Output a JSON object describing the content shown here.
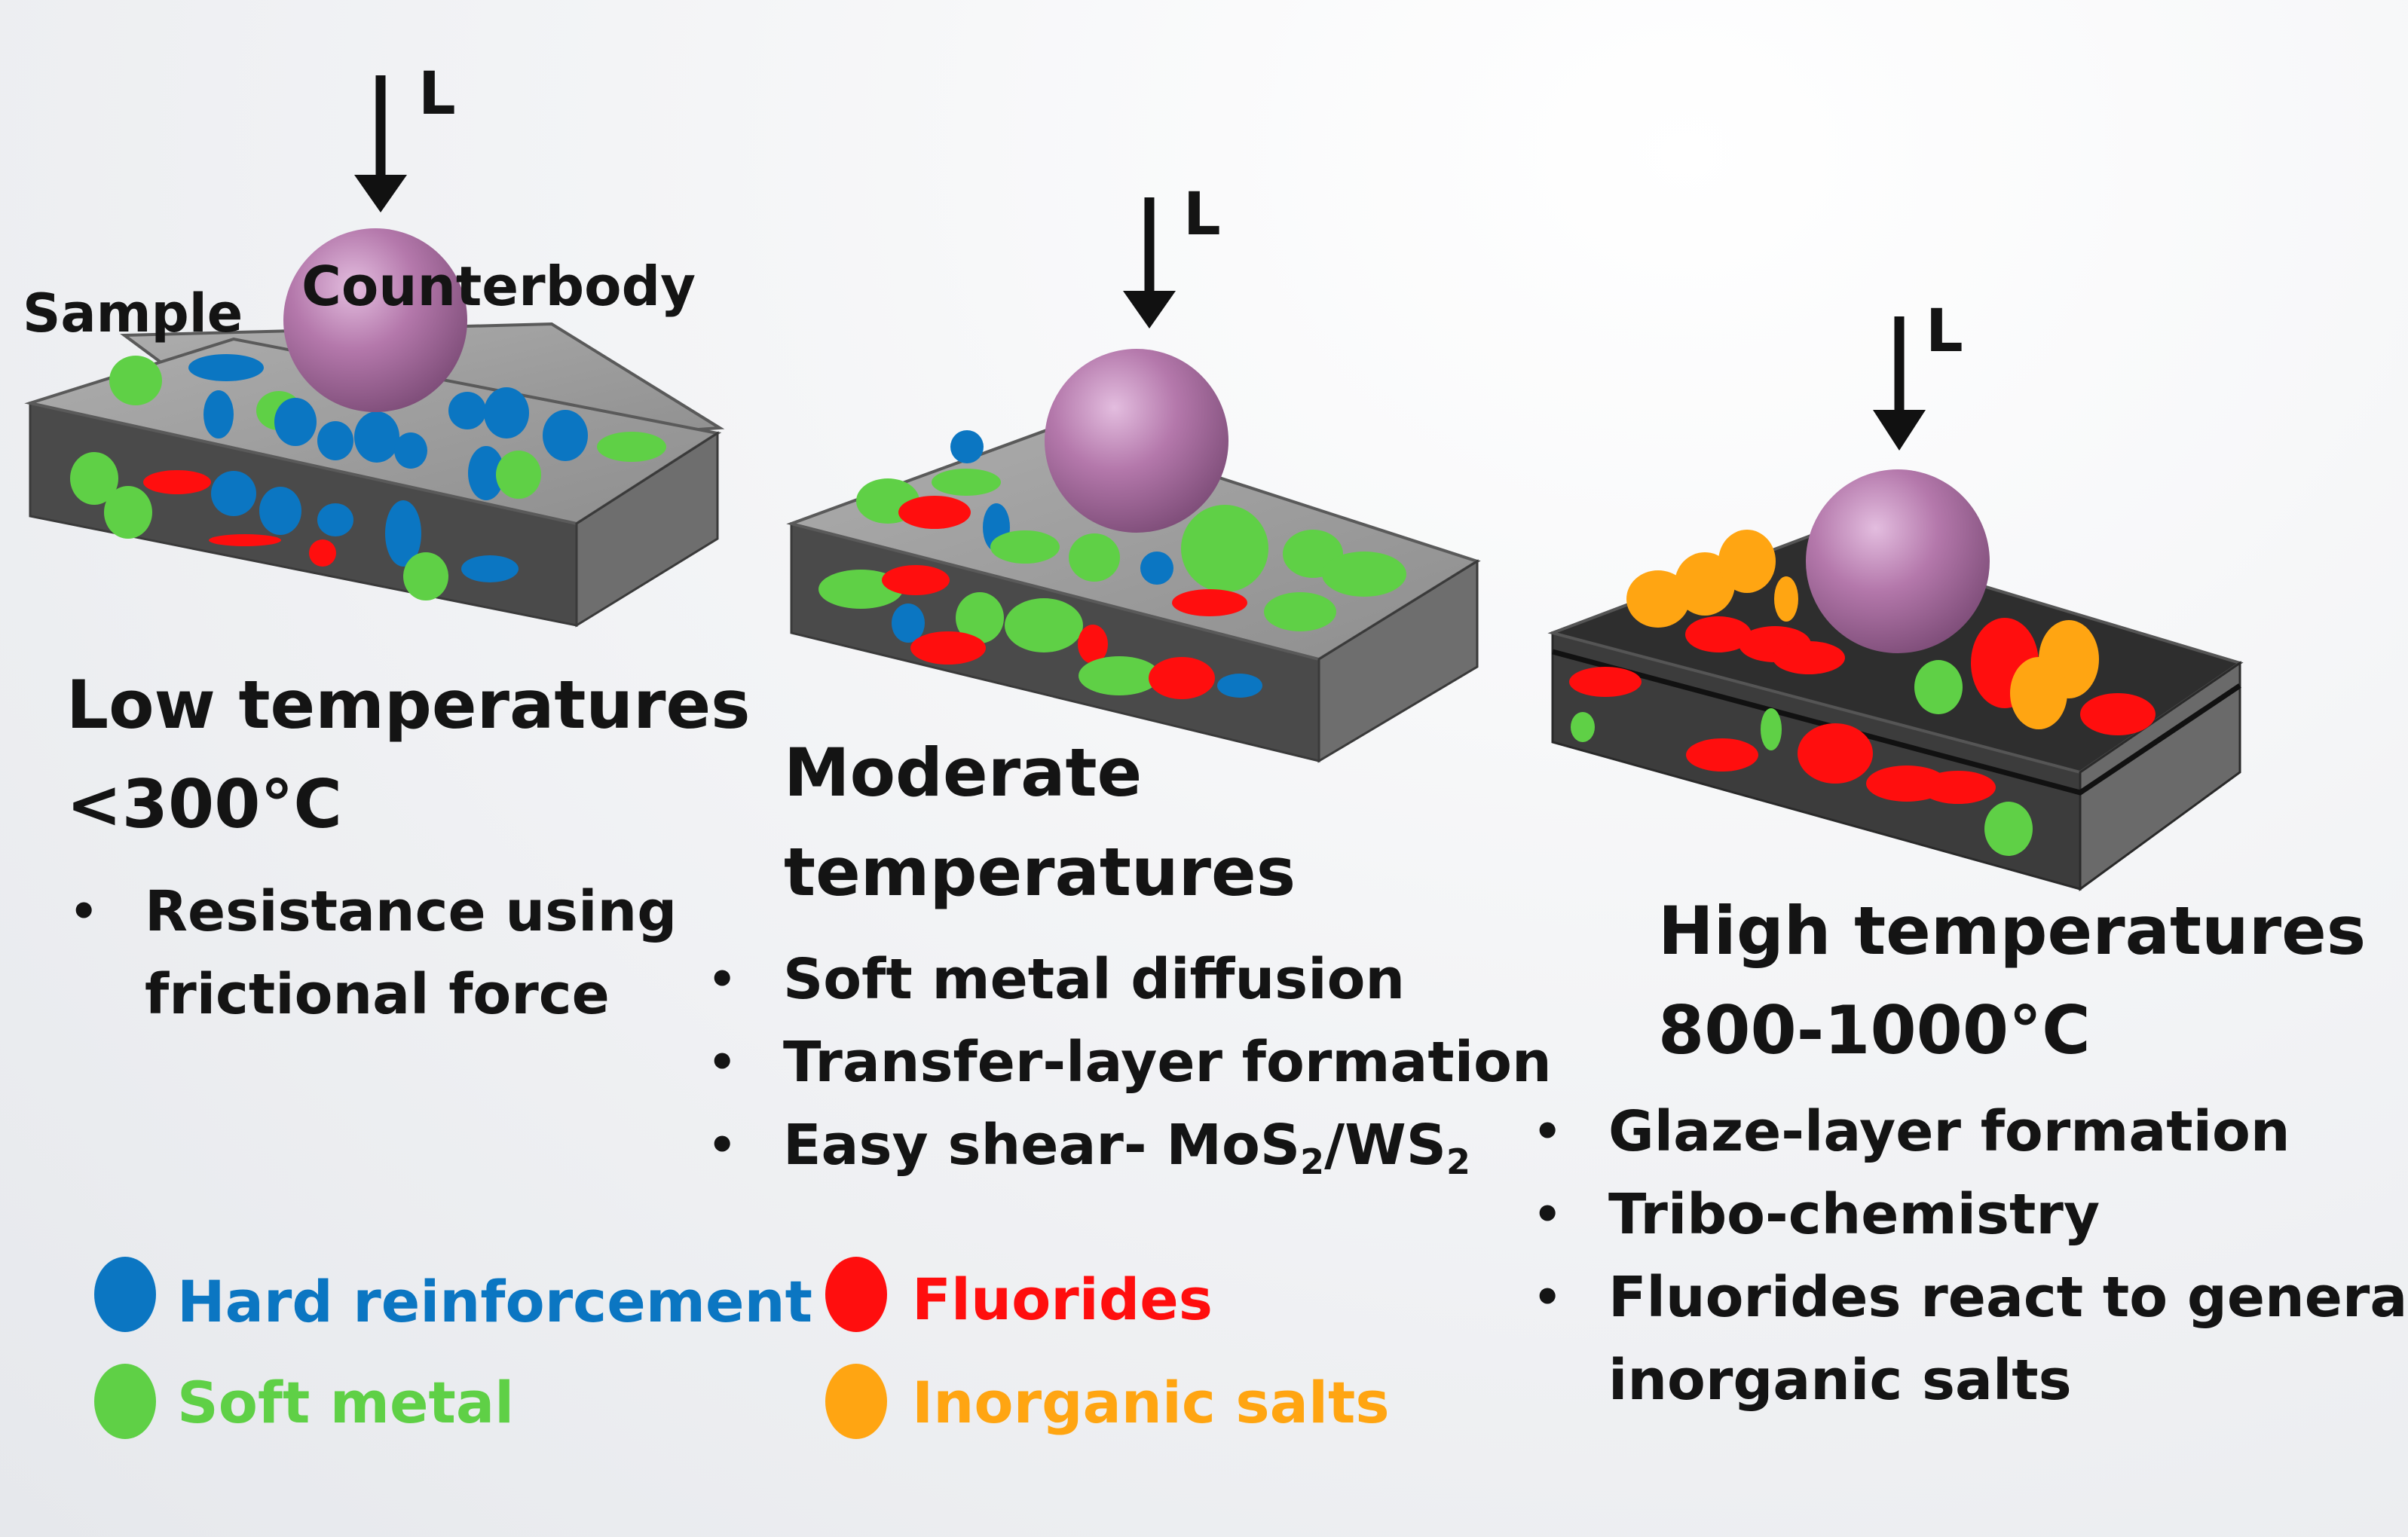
{
  "colors": {
    "hard_reinforcement": "#0b76c2",
    "soft_metal": "#5fd046",
    "fluorides": "#ff0e0e",
    "inorganic_salts": "#ffa512",
    "counterbody": "#b478ab",
    "block_top": "#9c9c9c",
    "block_front": "#4a4a4a",
    "block_side": "#6e6e6e"
  },
  "diagram": {
    "load_symbol": "L",
    "sample_label": "Sample",
    "counterbody_label": "Counterbody"
  },
  "panels": [
    {
      "heading_lines": [
        "Low temperatures",
        "<300°C"
      ],
      "bullets": [
        "Resistance using",
        "frictional force"
      ]
    },
    {
      "heading_lines": [
        "Moderate",
        "temperatures"
      ],
      "bullets": [
        "Soft metal diffusion",
        "Transfer-layer formation",
        "Easy shear- MoS2/WS2"
      ],
      "bullet3_parts": {
        "a": "Easy shear- MoS",
        "sub1": "2",
        "b": "/WS",
        "sub2": "2"
      }
    },
    {
      "heading_lines": [
        "High temperatures",
        "800-1000°C"
      ],
      "bullets": [
        "Glaze-layer formation",
        "Tribo-chemistry",
        "Fluorides react to generate",
        "inorganic salts"
      ]
    }
  ],
  "legend": [
    {
      "label": "Hard reinforcement",
      "color": "#0b76c2",
      "icon": "blue-ellipse"
    },
    {
      "label": "Soft metal",
      "color": "#5fd046",
      "icon": "green-ellipse"
    },
    {
      "label": "Fluorides",
      "color": "#ff0e0e",
      "icon": "red-ellipse"
    },
    {
      "label": "Inorganic salts",
      "color": "#ffa512",
      "icon": "orange-ellipse"
    }
  ]
}
